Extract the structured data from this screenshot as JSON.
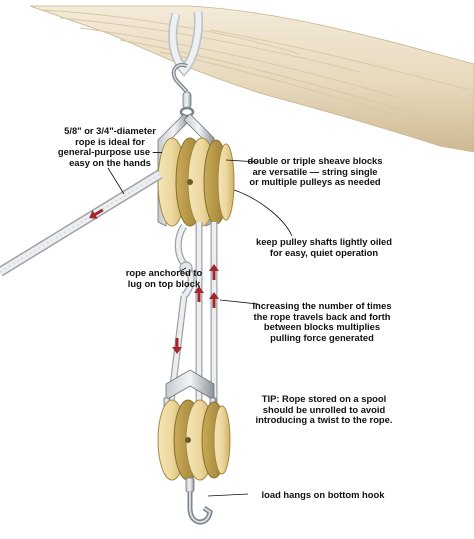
{
  "callouts": {
    "rope_diameter": "5/8\" or 3/4\"-diameter\nrope is ideal for\ngeneral-purpose use —\neasy on the hands",
    "sheave_blocks": "double or triple sheave blocks\nare versatile — string single\nor multiple pulleys as needed",
    "pulley_shafts": "keep pulley shafts lightly oiled\nfor easy, quiet operation",
    "rope_anchored": "rope anchored to\nlug on top block",
    "rope_travels": "increasing the number of times\nthe rope travels back and forth\nbetween blocks multiplies\npulling force generated",
    "tip": "TIP: Rope stored on a spool\nshould be unrolled to avoid\nintroducing a twist to the rope.",
    "load_hook": "load hangs on bottom hook"
  },
  "colors": {
    "wood_beam": "#e9dcc2",
    "sheave_wood": "#ecd79d",
    "sheave_dark": "#b0913f",
    "metal_frame": "#8e959b",
    "rope": "#e8eaec",
    "arrow": "#a3262a",
    "text": "#111111"
  },
  "icons": {
    "direction_arrow": "rope-direction-arrow-icon",
    "hook": "hook-icon",
    "pulley": "pulley-block-icon"
  }
}
